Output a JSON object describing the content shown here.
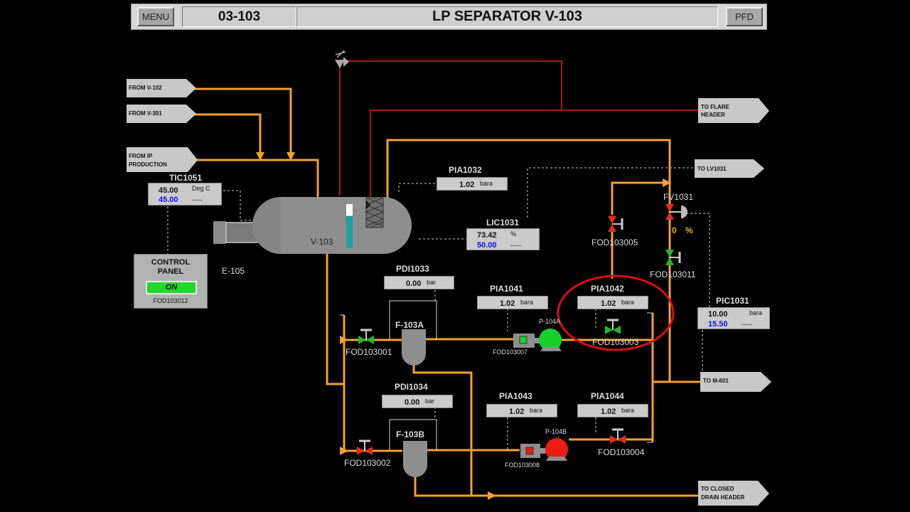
{
  "header": {
    "menu_label": "MENU",
    "unit_id": "03-103",
    "title": "LP SEPARATOR V-103",
    "pfd_label": "PFD"
  },
  "arrows": {
    "from_v102": "FROM V-102",
    "from_v301": "FROM V-301",
    "from_ip_1": "FROM IP",
    "from_ip_2": "PRODUCTION",
    "to_flare_1": "TO FLARE",
    "to_flare_2": "HEADER",
    "to_lv1031": "TO LV1031",
    "to_m601": "TO M-601",
    "to_drain_1": "TO CLOSED",
    "to_drain_2": "DRAIN HEADER"
  },
  "instruments": {
    "tic1051": {
      "tag": "TIC1051",
      "pv": "45.00",
      "sp": "45.00",
      "unit": "Deg C",
      "mode": "-----"
    },
    "pia1032": {
      "tag": "PIA1032",
      "value": "1.02",
      "unit": "bara"
    },
    "lic1031": {
      "tag": "LIC1031",
      "pv": "73.42",
      "sp": "50.00",
      "unit": "%",
      "mode": "-----"
    },
    "pdi1033": {
      "tag": "PDI1033",
      "value": "0.00",
      "unit": "bar"
    },
    "pdi1034": {
      "tag": "PDI1034",
      "value": "0.00",
      "unit": "bar"
    },
    "pia1041": {
      "tag": "PIA1041",
      "value": "1.02",
      "unit": "bara"
    },
    "pia1042": {
      "tag": "PIA1042",
      "value": "1.02",
      "unit": "bara"
    },
    "pia1043": {
      "tag": "PIA1043",
      "value": "1.02",
      "unit": "bara"
    },
    "pia1044": {
      "tag": "PIA1044",
      "value": "1.02",
      "unit": "bara"
    },
    "pic1031": {
      "tag": "PIC1031",
      "pv": "10.00",
      "sp": "15.50",
      "unit": "bara",
      "mode": "-----"
    }
  },
  "equipment": {
    "vessel": "V-103",
    "heater": "E-105",
    "filter_a": "F-103A",
    "filter_b": "F-103B",
    "pump_a": "P-104A",
    "pump_b": "P-104B",
    "fv1031": "FV1031",
    "fv1031_output": "0",
    "fv1031_unit": "%"
  },
  "valves": {
    "fod103001": "FOD103001",
    "fod103002": "FOD103002",
    "fod103003": "FOD103003",
    "fod103004": "FOD103004",
    "fod103005": "FOD103005",
    "fod103007": "FOD103007",
    "fod103008": "FOD103008",
    "fod103011": "FOD103011"
  },
  "control_panel": {
    "title_1": "CONTROL",
    "title_2": "PANEL",
    "status": "ON",
    "tag": "FOD103012"
  },
  "vessel_level_pct": 73.42,
  "colors": {
    "process_line": "#f5a030",
    "flare_line": "#b01515",
    "open_valve": "#1fb82a",
    "closed_valve": "#e82b1b",
    "pump_running": "#15d12a",
    "pump_stopped": "#ee1a14",
    "highlight_circle": "#d90f0f",
    "setpoint_text": "#1010ee",
    "level_fill": "#1ea0a0"
  }
}
